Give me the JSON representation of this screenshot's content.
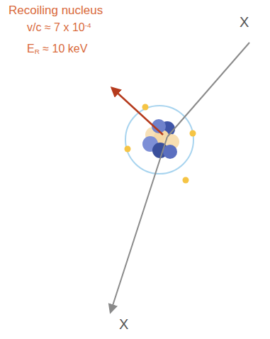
{
  "diagram": {
    "labels": [
      "Recoiling nucleus",
      "v/c ≈ 7 x 10-4",
      "ER ≈ 10 keV",
      "X",
      "X"
    ]
  }
}
